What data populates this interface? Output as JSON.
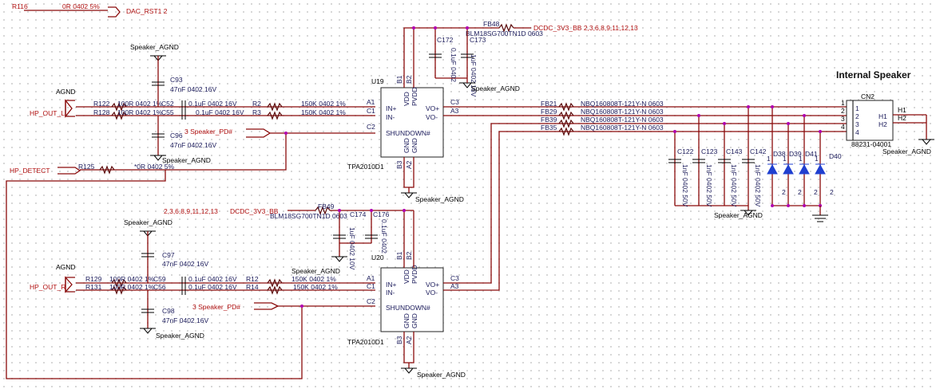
{
  "nets": {
    "r116": "R116",
    "r116_val": "0R 0402 5%",
    "dac_rst": "DAC_RST1 2",
    "spk_agnd": "Speaker_AGND",
    "agnd": "AGND",
    "hp_out_l": "HP_OUT_L",
    "hp_out_r": "HP_OUT_R",
    "hp_detect": "HP_DETECT",
    "spk_pd": "3 Speaker_PD#",
    "dcdc1": "DCDC_3V3_BB 2,3,6,8,9,11,12,13",
    "dcdc2_pages": "2,3,6,8,9,11,12,13",
    "dcdc2": "DCDC_3V3_BB"
  },
  "upper": {
    "c93": "C93",
    "c93_val": "47nF 0402 16V",
    "c96": "C96",
    "c96_val": "47nF 0402 16V",
    "r122": "R122",
    "r128": "R128",
    "r122_val": "100R 0402 1%",
    "r128_val": "100R 0402 1%",
    "c52": "C52",
    "c55": "C55",
    "c52_val": "0.1uF 0402 16V",
    "c55_val": "0.1uF 0402 16V",
    "r2": "R2",
    "r3": "R3",
    "r2_val": "150K 0402 1%",
    "r3_val": "150K 0402 1%",
    "r125": "R125",
    "r125_val": "*0R 0402 5%",
    "fb48": "FB48",
    "fb48_val": "BLM18SG700TN1D 0603",
    "c172": "C172",
    "c173": "C173",
    "c172_val": "0.1uF 0402",
    "c173_val": "1uF 0402 16V",
    "u": "U19",
    "u_part": "TPA2010D1"
  },
  "lower": {
    "c97": "C97",
    "c97_val": "47nF 0402 16V",
    "c98": "C98",
    "c98_val": "47nF 0402 16V",
    "r129": "R129",
    "r131": "R131",
    "r129_val": "100R 0402 1%",
    "r131_val": "100R 0402 1%",
    "c59": "C59",
    "c56": "C56",
    "c59_val": "0.1uF 0402 16V",
    "c56_val": "0.1uF 0402 16V",
    "r12": "R12",
    "r14": "R14",
    "r12_val": "150K 0402 1%",
    "r14_val": "150K 0402 1%",
    "fb49": "FB49",
    "fb49_val": "BLM18SG700TN1D 0603",
    "c174": "C174",
    "c176": "C176",
    "c174_val": "1uF 0402 10V",
    "c176_val": "0.1uF 0402",
    "u": "U20",
    "u_part": "TPA2010D1"
  },
  "ic": {
    "in_p": "IN+",
    "in_n": "IN-",
    "vo_p": "VO+",
    "vo_n": "VO-",
    "shdn": "SHUNDOWN#",
    "vdd": "VDD",
    "pvdd": "PVDD",
    "gnd": "GND",
    "pgnd": "GND",
    "a1": "A1",
    "c1": "C1",
    "c2": "C2",
    "c3": "C3",
    "a3": "A3",
    "b1": "B1",
    "b2": "B2",
    "b3": "B3",
    "a2": "A2"
  },
  "output": {
    "fb21": "FB21",
    "fb29": "FB29",
    "fb39": "FB39",
    "fb35": "FB35",
    "fb_val": "NBQ160808T-121Y-N 0603",
    "c122": "C122",
    "c123": "C123",
    "c143": "C143",
    "c142": "C142",
    "c_val": "1nF 0402 50V",
    "d38": "D38",
    "d39": "D39",
    "d41": "D41",
    "d40": "D40",
    "pin1": "1",
    "pin2": "2",
    "title": "Internal Speaker",
    "cn2": "CN2",
    "cn2_part": "88231-04001",
    "p1": "1",
    "p2": "2",
    "p3": "3",
    "p4": "4",
    "h1": "H1",
    "h2": "H2"
  }
}
